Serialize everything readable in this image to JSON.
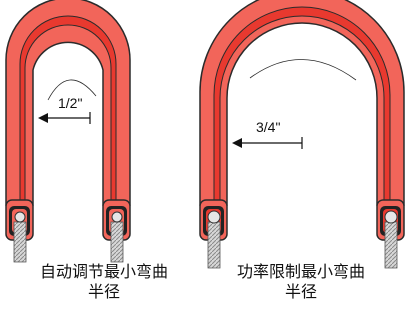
{
  "colors": {
    "jacket_outer": "#f2655a",
    "jacket_inner": "#e8392f",
    "outline": "#2b2b2b",
    "wire": "#c9c9c9",
    "background": "#ffffff"
  },
  "left_cable": {
    "radius_label": "1/2\"",
    "caption_line1": "自动调节最小弯曲",
    "caption_line2": "半径"
  },
  "right_cable": {
    "radius_label": "3/4\"",
    "caption_line1": "功率限制最小弯曲",
    "caption_line2": "半径"
  }
}
